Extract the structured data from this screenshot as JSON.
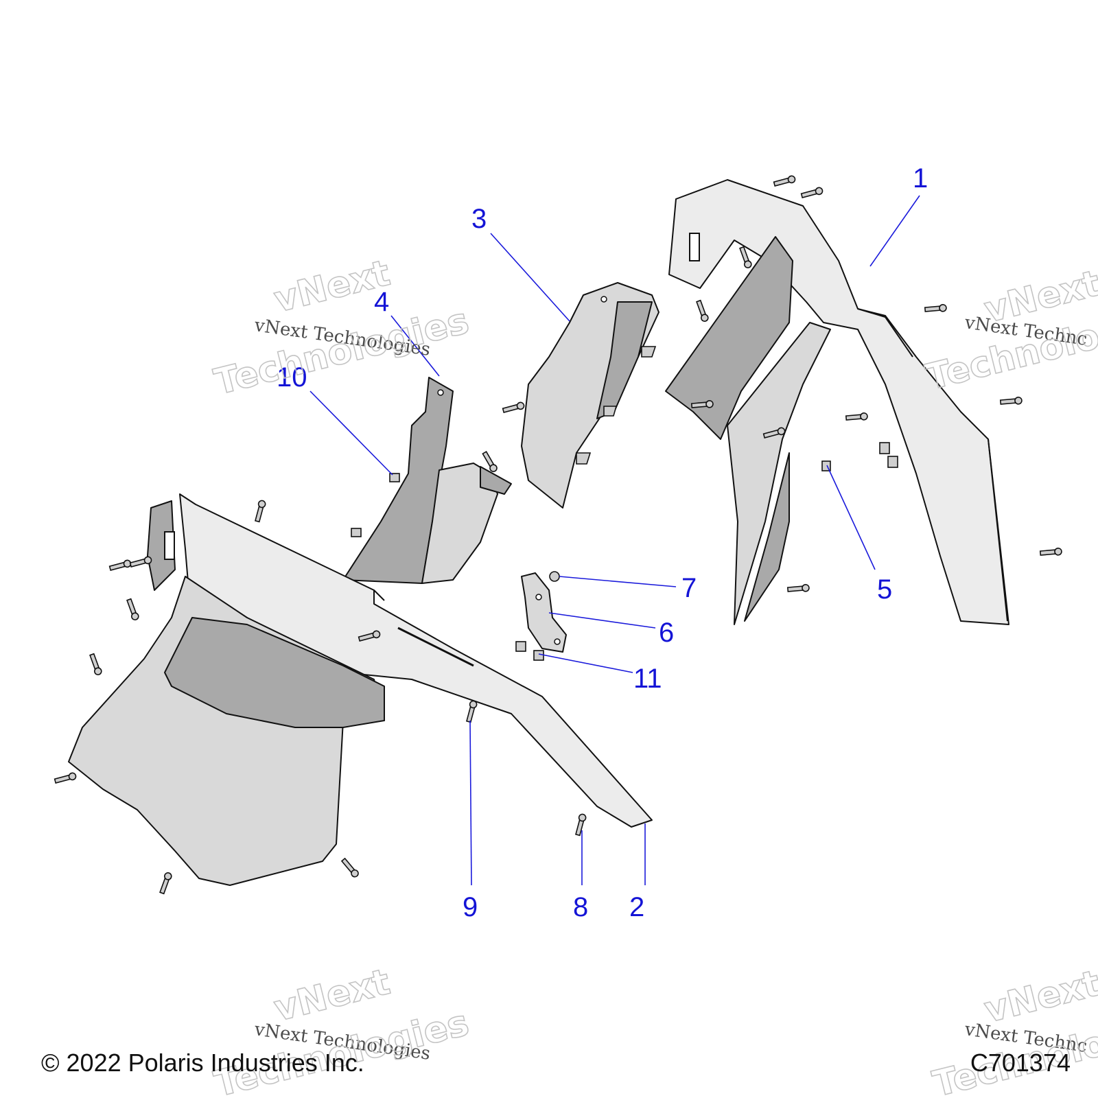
{
  "diagram": {
    "callouts": [
      {
        "label": "1"
      },
      {
        "label": "2"
      },
      {
        "label": "3"
      },
      {
        "label": "4"
      },
      {
        "label": "5"
      },
      {
        "label": "6"
      },
      {
        "label": "7"
      },
      {
        "label": "8"
      },
      {
        "label": "9"
      },
      {
        "label": "10"
      },
      {
        "label": "11"
      }
    ],
    "watermark": {
      "line_text": "vNext Technologies",
      "word1": "vNext",
      "word2": "Technologies",
      "cut_text": "vNext Technc",
      "cut_word2": "Technolo",
      "cut_word2b": "Technolo"
    }
  },
  "footer": {
    "copyright": "© 2022 Polaris Industries Inc.",
    "drawing_number": "C701374"
  },
  "colors": {
    "callout": "#1414d6",
    "part_fill": "#d9d9d9",
    "part_shadow": "#a9a9a9",
    "outline": "#111111"
  }
}
